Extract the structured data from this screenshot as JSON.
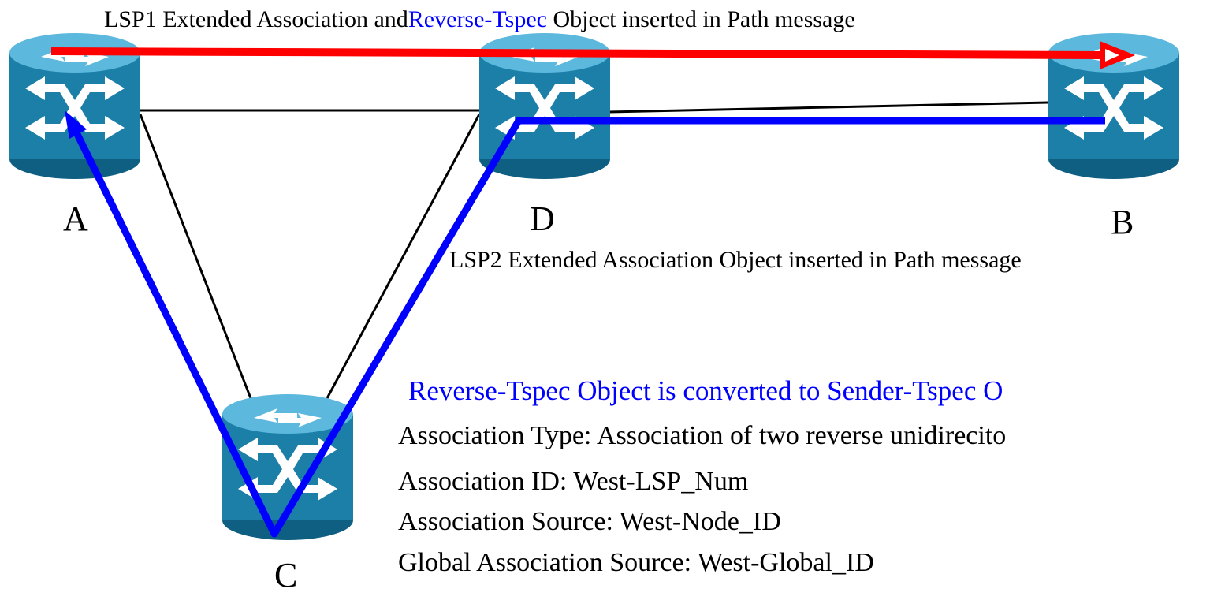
{
  "nodes": {
    "a": {
      "label": "A"
    },
    "d": {
      "label": "D"
    },
    "b": {
      "label": "B"
    },
    "c": {
      "label": "C"
    }
  },
  "lsp1": {
    "prefix": "LSP1  Extended Association and",
    "highlight": "Reverse-Tspec",
    "suffix": " Object inserted in Path message"
  },
  "lsp2": {
    "text": "LSP2  Extended Association Object inserted in Path message"
  },
  "info": {
    "title": "Reverse-Tspec Object is converted to Sender-Tspec O",
    "lines": [
      "Association Type: Association of two reverse unidirecito",
      "Association ID: West-LSP_Num",
      "Association Source: West-Node_ID",
      "Global Association Source: West-Global_ID"
    ]
  },
  "colors": {
    "lsp1_arrow": "#ff0000",
    "lsp2_path": "#0000ff",
    "link": "#000000",
    "router": "#1b7fa8",
    "highlight_text": "#0000ff"
  },
  "icons": {
    "router": "router-icon",
    "arrowhead": "arrowhead-icon"
  }
}
